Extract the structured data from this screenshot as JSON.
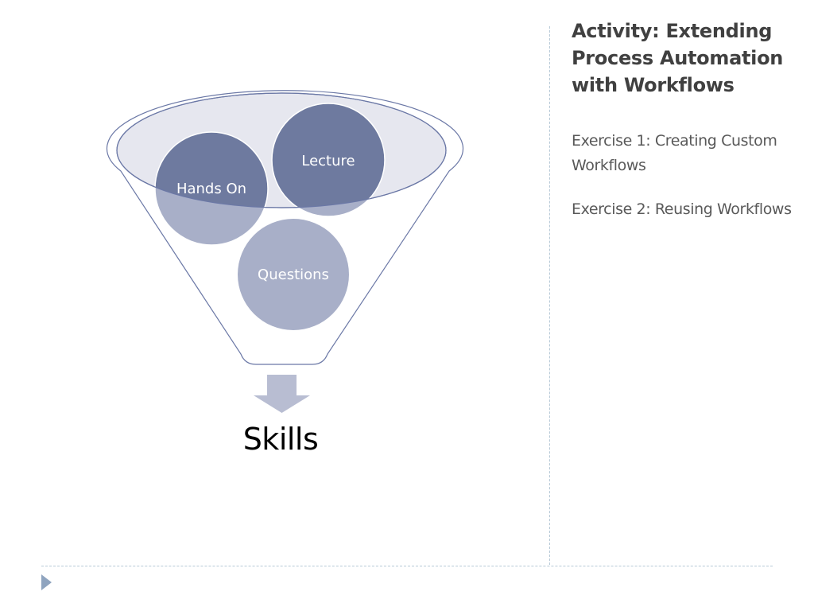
{
  "activity": {
    "title": "Activity:  Extending Process Automation with Workflows",
    "exercises": [
      "Exercise 1: Creating Custom Workflows",
      "Exercise 2: Reusing Workflows"
    ]
  },
  "funnel": {
    "items": [
      "Hands On",
      "Lecture",
      "Questions"
    ],
    "result": "Skills"
  },
  "colors": {
    "circle_dark": "#6e7a9f",
    "circle_light": "#a8afc8",
    "funnel_stroke": "#6b78a6",
    "arrow": "#b8bdd2",
    "text_dark": "#404040",
    "text_muted": "#595959"
  }
}
